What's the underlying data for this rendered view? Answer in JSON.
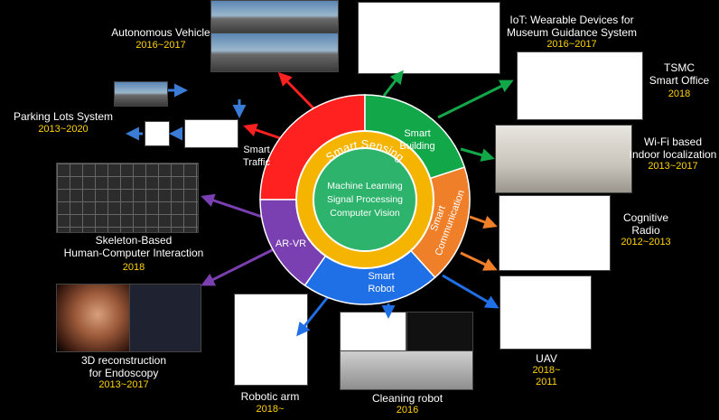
{
  "wheel": {
    "core_lines": [
      "Machine Learning",
      "Signal Processing",
      "Computer  Vision"
    ],
    "ring_title": "Smart Sensing",
    "sectors": [
      {
        "id": "traffic",
        "lines": [
          "Smart",
          "Traffic"
        ],
        "color": "#ff2020"
      },
      {
        "id": "building",
        "lines": [
          "Smart",
          "Building"
        ],
        "color": "#12a84a"
      },
      {
        "id": "communication",
        "lines": [
          "Smart",
          "Communication"
        ],
        "color": "#f07f2a"
      },
      {
        "id": "robot",
        "lines": [
          "Smart",
          "Robot"
        ],
        "color": "#1f6fe6"
      },
      {
        "id": "arvr",
        "lines": [
          "AR-VR"
        ],
        "color": "#7a3fb0"
      }
    ],
    "colors": {
      "core": "#2db36c",
      "ring": "#f5b400",
      "hub_border": "#ffffff"
    }
  },
  "projects": {
    "autonomous_vehicle": {
      "title": "Autonomous Vehicle",
      "years": "2016~2017"
    },
    "parking": {
      "title": "Parking Lots System",
      "years": "2013~2020"
    },
    "iot": {
      "title": "IoT: Wearable Devices for\nMuseum Guidance System",
      "years": "2016~2017"
    },
    "tsmc": {
      "title": "TSMC\nSmart Office",
      "years": "2018"
    },
    "wifi": {
      "title": "Wi-Fi based\nIndoor localization",
      "years": "2013~2017"
    },
    "radio": {
      "title": "Cognitive\nRadio",
      "years": "2012~2013"
    },
    "skeleton": {
      "title": "Skeleton-Based\nHuman-Computer Interaction",
      "years": "2018"
    },
    "endoscopy": {
      "title": "3D reconstruction\nfor Endoscopy",
      "years": "2013~2017"
    },
    "robotic_arm": {
      "title": "Robotic arm",
      "years": "2018~"
    },
    "cleaning": {
      "title": "Cleaning robot",
      "years": "2016"
    },
    "uav": {
      "title": "UAV",
      "years": "2018~\n2011"
    }
  }
}
